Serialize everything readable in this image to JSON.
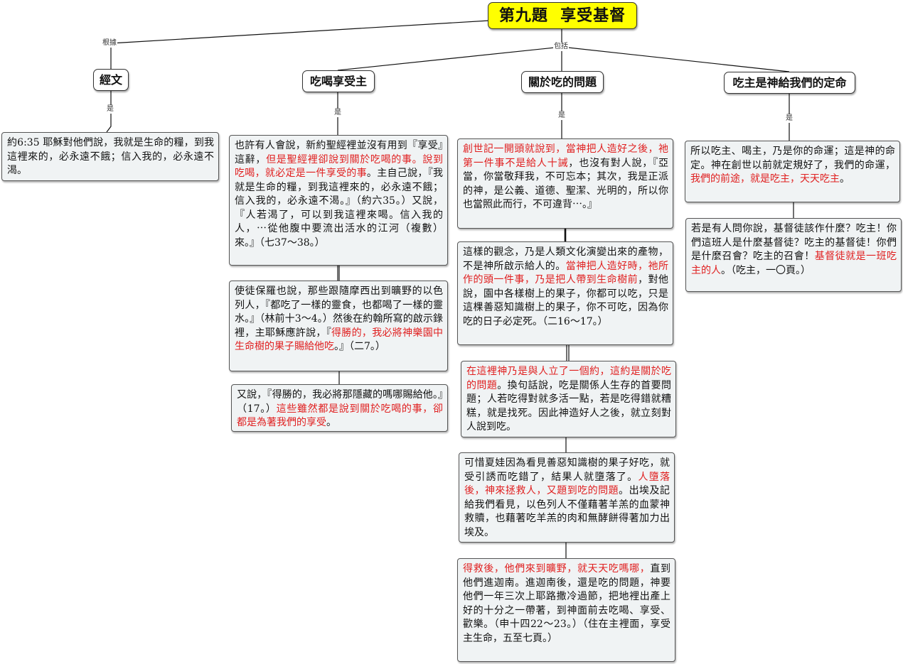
{
  "root": {
    "title": "第九題  享受基督"
  },
  "relations": {
    "basis": "根據",
    "includes": "包括",
    "is": "是"
  },
  "topics": {
    "scripture": "經文",
    "eat_drink": "吃喝享受主",
    "about_eating": "關於吃的問題",
    "destiny": "吃主是神給我們的定命"
  },
  "notes": {
    "scripture_1": [
      {
        "t": "約6:35  耶穌對他們說，我就是生命的糧，到我這裡來的，必永遠不餓；信入我的，必永遠不渴。",
        "r": false
      }
    ],
    "eat_1": [
      {
        "t": "也許有人會說，新約聖經裡並沒有用到『享受』這辭，",
        "r": false
      },
      {
        "t": "但是聖經裡卻說到關於吃喝的事。說到吃喝，就必定是一件享受的事",
        "r": true
      },
      {
        "t": "。主自己說，『我就是生命的糧，到我這裡來的，必永遠不餓；信入我的，必永遠不渴。』（約六35。）又說，『人若渴了，可以到我這裡來喝。信入我的人，⋯從他腹中要流出活水的江河（複數）來。』（七37～38。）",
        "r": false
      }
    ],
    "eat_2": [
      {
        "t": "使徒保羅也說，那些跟隨摩西出到曠野的以色列人，『都吃了一樣的靈食，也都喝了一樣的靈水。』（林前十3～4。）然後在約翰所寫的啟示錄裡，主耶穌應許說，『",
        "r": false
      },
      {
        "t": "得勝的，我必將神樂園中生命樹的果子賜給他吃",
        "r": true
      },
      {
        "t": "。』（二7。）",
        "r": false
      }
    ],
    "eat_3": [
      {
        "t": "又說，『得勝的，我必將那隱藏的嗎哪賜給他。』（17。）",
        "r": false
      },
      {
        "t": "這些雖然都是說到關於吃喝的事，卻都是為著我們的享受",
        "r": true
      },
      {
        "t": "。",
        "r": false
      }
    ],
    "about_1": [
      {
        "t": "創世記一開頭就說到，當神把人造好之後，祂第一件事不是給人十誡",
        "r": true
      },
      {
        "t": "，也沒有對人說，『亞當，你當敬拜我，不可忘本；其次，我是正派的神，是公義、道德、聖潔、光明的，所以你也當照此而行，不可違背⋯。』",
        "r": false
      }
    ],
    "about_2": [
      {
        "t": "這樣的觀念，乃是人類文化演變出來的產物，不是神所啟示給人的。",
        "r": false
      },
      {
        "t": "當神把人造好時，祂所作的頭一件事，乃是把人帶到生命樹前",
        "r": true
      },
      {
        "t": "，對他說，園中各樣樹上的果子，你都可以吃，只是這棵善惡知識樹上的果子，你不可吃，因為你吃的日子必定死。（二16～17。）",
        "r": false
      }
    ],
    "about_3": [
      {
        "t": "在這裡神乃是與人立了一個約，這約是關於吃的問題",
        "r": true
      },
      {
        "t": "。換句話說，吃是關係人生存的首要問題；人若吃得對就多活一點，若是吃得錯就糟糕，就是找死。因此神造好人之後，就立刻對人說到吃。",
        "r": false
      }
    ],
    "about_4": [
      {
        "t": "可惜夏娃因為看見善惡知識樹的果子好吃，就受引誘而吃錯了，結果人就墮落了。",
        "r": false
      },
      {
        "t": "人墮落後，神來拯救人，又題到吃的問題",
        "r": true
      },
      {
        "t": "。出埃及記給我們看見，以色列人不僅藉著羊羔的血蒙神救贖，也藉著吃羊羔的肉和無酵餅得著加力出埃及。",
        "r": false
      }
    ],
    "about_5": [
      {
        "t": "得救後，他們來到曠野，就天天吃嗎哪，",
        "r": true
      },
      {
        "t": "直到他們進迦南。進迦南後，還是吃的問題，神要他們一年三次上耶路撒冷過節，把地裡出產上好的十分之一帶著，到神面前去吃喝、享受、歡樂。（申十四22～23。）（住在主裡面，享受主生命，五至七頁。）",
        "r": false
      }
    ],
    "destiny_1": [
      {
        "t": "所以吃主、喝主，乃是你的命運；這是神的命定。神在創世以前就定規好了，我們的命運，",
        "r": false
      },
      {
        "t": "我們的前途，就是吃主，天天吃主",
        "r": true
      },
      {
        "t": "。",
        "r": false
      }
    ],
    "destiny_2": [
      {
        "t": "若是有人問你說，基督徒該作什麼？吃主！你們這班人是什麼基督徒？吃主的基督徒！你們是什麼召會？吃主的召會！",
        "r": false
      },
      {
        "t": "基督徒就是一班吃主的人",
        "r": true
      },
      {
        "t": "。（吃主，一〇頁。）",
        "r": false
      }
    ]
  }
}
